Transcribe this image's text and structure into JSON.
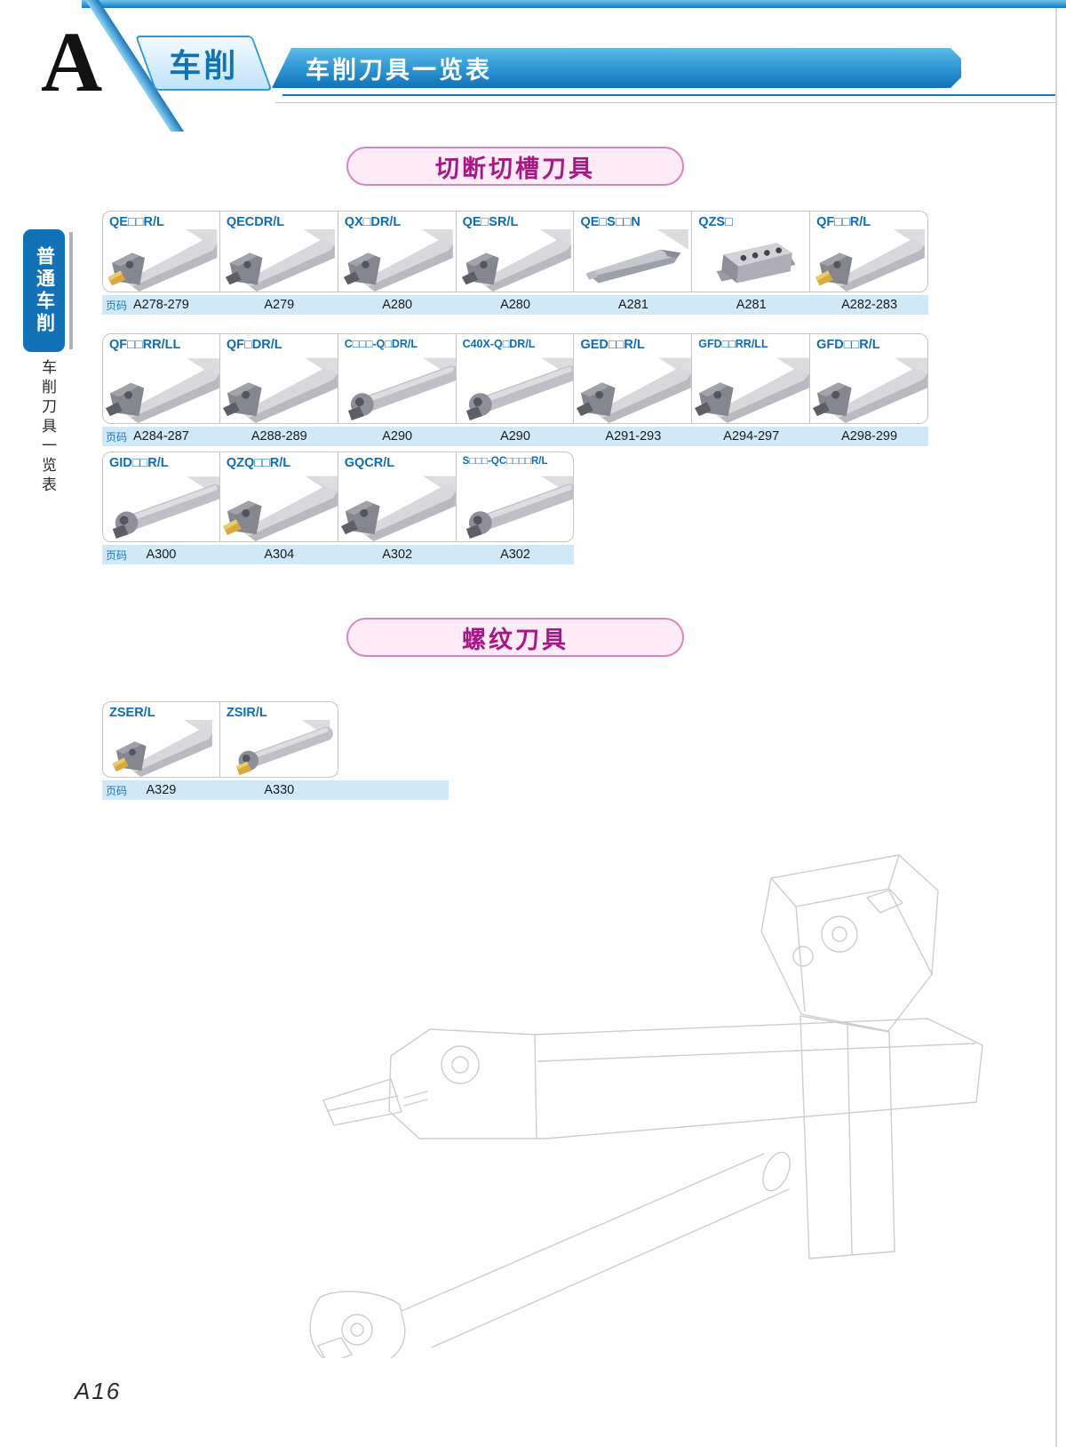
{
  "page": {
    "letter": "A",
    "category": "车削",
    "header_title": "车削刀具一览表",
    "sidebar_tab": "普通车削",
    "sidebar_label": "车削刀具一览表",
    "page_label": "页码",
    "footer_page": "A16"
  },
  "colors": {
    "header_blue": "#1272b8",
    "header_blue_light": "#54b7e8",
    "label_blue": "#0e6db5",
    "strip_blue": "#cfe9f8",
    "banner_bg": "#fdecf6",
    "banner_border": "#d884bd",
    "banner_text": "#a81884",
    "tool_gray": "#b9b9bf",
    "insert_gold": "#d9a93c"
  },
  "sections": [
    {
      "banner": "切断切槽刀具",
      "rows": [
        {
          "items": [
            {
              "label": "QE□□R/L",
              "page": "A278-279",
              "variant": "bar-gold"
            },
            {
              "label": "QECDR/L",
              "page": "A279",
              "variant": "bar-dark"
            },
            {
              "label": "QX□DR/L",
              "page": "A280",
              "variant": "bar-dark"
            },
            {
              "label": "QE□SR/L",
              "page": "A280",
              "variant": "bar-dark"
            },
            {
              "label": "QE□S□□N",
              "page": "A281",
              "variant": "blade"
            },
            {
              "label": "QZS□",
              "page": "A281",
              "variant": "block"
            },
            {
              "label": "QF□□R/L",
              "page": "A282-283",
              "variant": "bar-gold"
            }
          ]
        },
        {
          "items": [
            {
              "label": "QF□□RR/LL",
              "page": "A284-287",
              "variant": "bar-dark"
            },
            {
              "label": "QF□DR/L",
              "page": "A288-289",
              "variant": "bar-dark"
            },
            {
              "label": "C□□□-Q□DR/L",
              "page": "A290",
              "variant": "round-dark"
            },
            {
              "label": "C40X-Q□DR/L",
              "page": "A290",
              "variant": "round-dark"
            },
            {
              "label": "GED□□R/L",
              "page": "A291-293",
              "variant": "bar-dark"
            },
            {
              "label": "GFD□□RR/LL",
              "page": "A294-297",
              "variant": "bar-dark"
            },
            {
              "label": "GFD□□R/L",
              "page": "A298-299",
              "variant": "bar-dark"
            }
          ]
        },
        {
          "items": [
            {
              "label": "GID□□R/L",
              "page": "A300",
              "variant": "round-dark"
            },
            {
              "label": "QZQ□□R/L",
              "page": "A304",
              "variant": "bar-gold"
            },
            {
              "label": "GQCR/L",
              "page": "A302",
              "variant": "bar-dark"
            },
            {
              "label": "S□□□-QC□□□□R/L",
              "page": "A302",
              "variant": "round-dark"
            }
          ]
        }
      ]
    },
    {
      "banner": "螺纹刀具",
      "rows": [
        {
          "items": [
            {
              "label": "ZSER/L",
              "page": "A329",
              "variant": "bar-gold"
            },
            {
              "label": "ZSIR/L",
              "page": "A330",
              "variant": "round-gold"
            }
          ]
        }
      ]
    }
  ]
}
